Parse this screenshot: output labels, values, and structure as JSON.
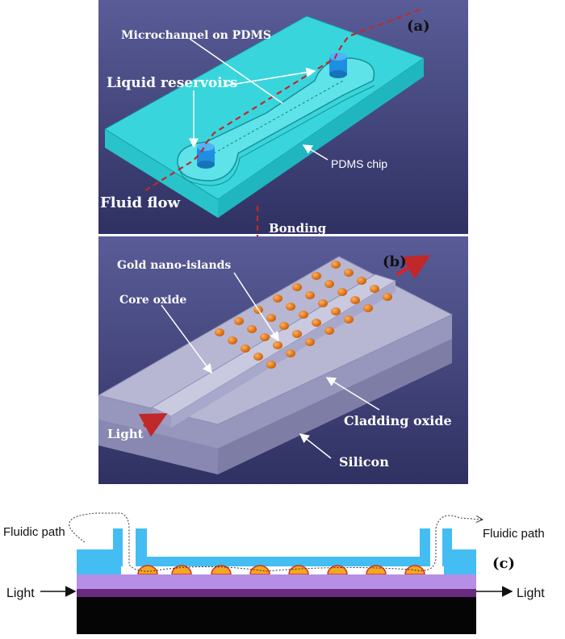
{
  "panel_a": {
    "tag": "(a)",
    "microchannel_label": "Microchannel on PDMS",
    "reservoirs_label": "Liquid reservoirs",
    "chip_label": "PDMS chip",
    "flow_label": "Fluid  flow",
    "bonding_label": "Bonding"
  },
  "panel_b": {
    "tag": "(b)",
    "gold_label": "Gold nano-islands",
    "core_label": "Core oxide",
    "cladding_label": "Cladding oxide",
    "silicon_label": "Silicon",
    "light_label": "Light"
  },
  "panel_c": {
    "tag": "(c)",
    "fluidic_left": "Fluidic path",
    "fluidic_right": "Fluidic path",
    "light_left": "Light",
    "light_right": "Light"
  },
  "colors": {
    "panel_bg": "#4d4f8a",
    "pdms": "#35d2d8",
    "pdms_light": "#5fdfe6",
    "oxide_top": "#b8b8d2",
    "oxide_side": "#9a9abc",
    "gold": "#e87a10",
    "flow_line": "#c0282a",
    "section_blue": "#44bdf2",
    "section_purple": "#b58ee6",
    "section_dark_purple": "#6a2a7e"
  }
}
